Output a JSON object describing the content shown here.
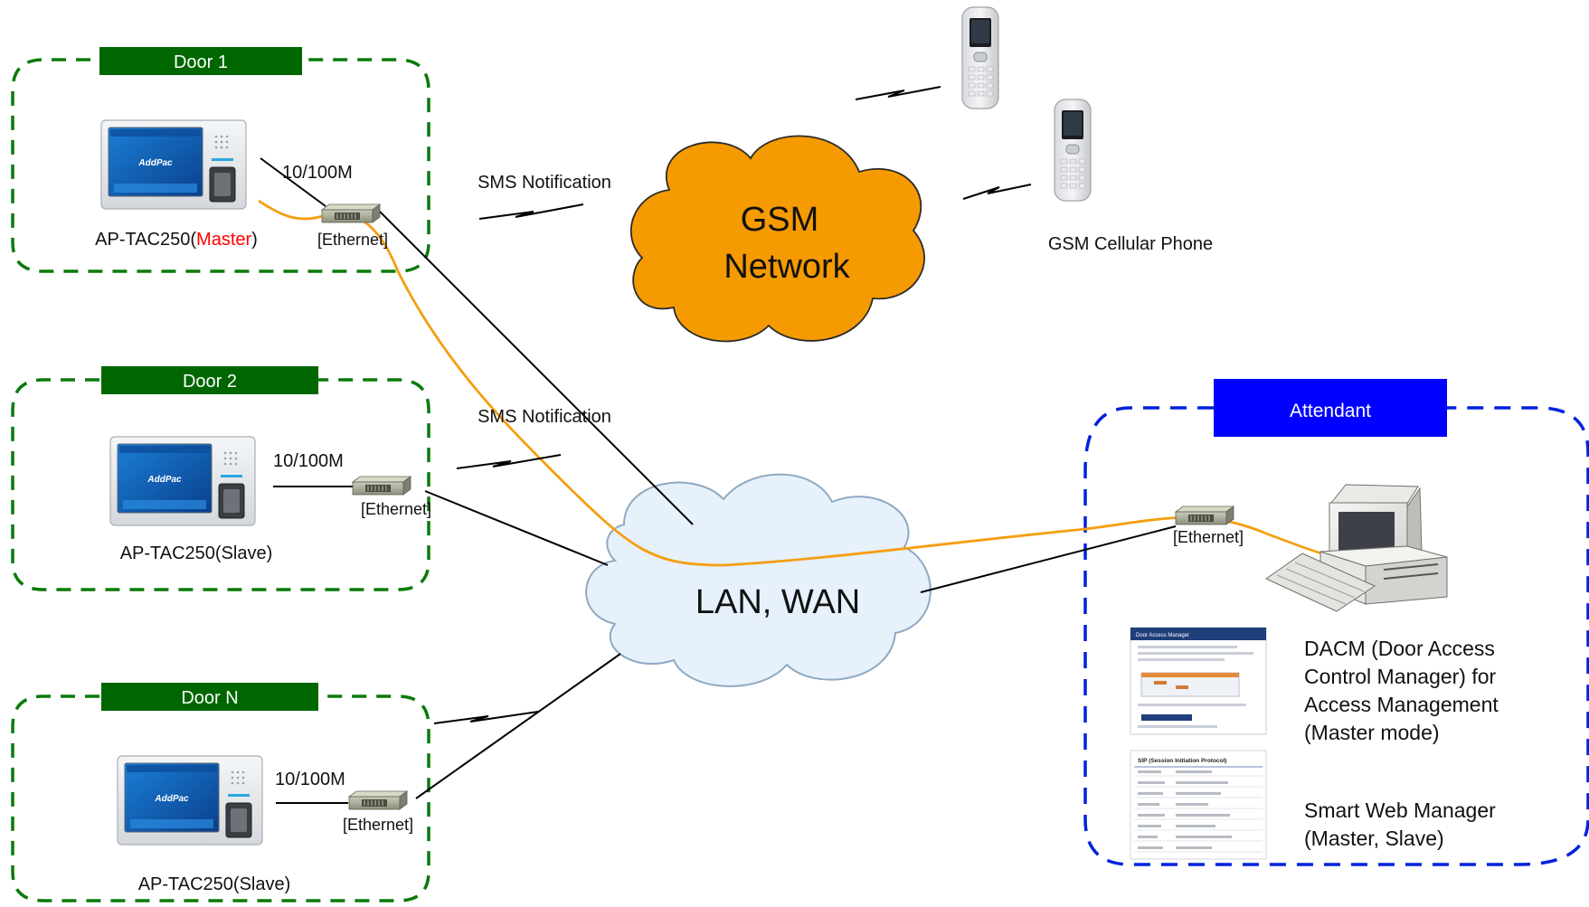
{
  "colors": {
    "door_green": "#006600",
    "attendant_blue": "#0000ff",
    "orange_link": "#f59e10",
    "cloud_orange": "#f59a00",
    "cloud_lan": "#e6f1fb",
    "master_red": "#ff0000"
  },
  "doors": [
    {
      "label": "Door 1",
      "speed": "10/100M",
      "ethernet": "[Ethernet]",
      "device_prefix": "AP-TAC250(",
      "device_mode": "Master",
      "device_suffix": ")"
    },
    {
      "label": "Door 2",
      "speed": "10/100M",
      "ethernet": "[Ethernet]",
      "device_name": "AP-TAC250(Slave)"
    },
    {
      "label": "Door N",
      "speed": "10/100M",
      "ethernet": "[Ethernet]",
      "device_name": "AP-TAC250(Slave)"
    }
  ],
  "device_brand": "AddPac",
  "sms": {
    "top": "SMS Notification",
    "middle": "SMS Notification"
  },
  "gsm": {
    "line1": "GSM",
    "line2": "Network",
    "phone_label": "GSM Cellular Phone"
  },
  "lan": {
    "label": "LAN, WAN"
  },
  "attendant": {
    "label": "Attendant",
    "ethernet": "[Ethernet]",
    "dacm_lines": [
      "DACM (Door Access",
      "Control Manager) for",
      "Access Management",
      "(Master mode)"
    ],
    "swm_lines": [
      "Smart Web Manager",
      "(Master, Slave)"
    ],
    "dacm_screen_title": "Door Access Manager",
    "swm_screen_title": "SIP (Session Initiation Protocol)"
  }
}
